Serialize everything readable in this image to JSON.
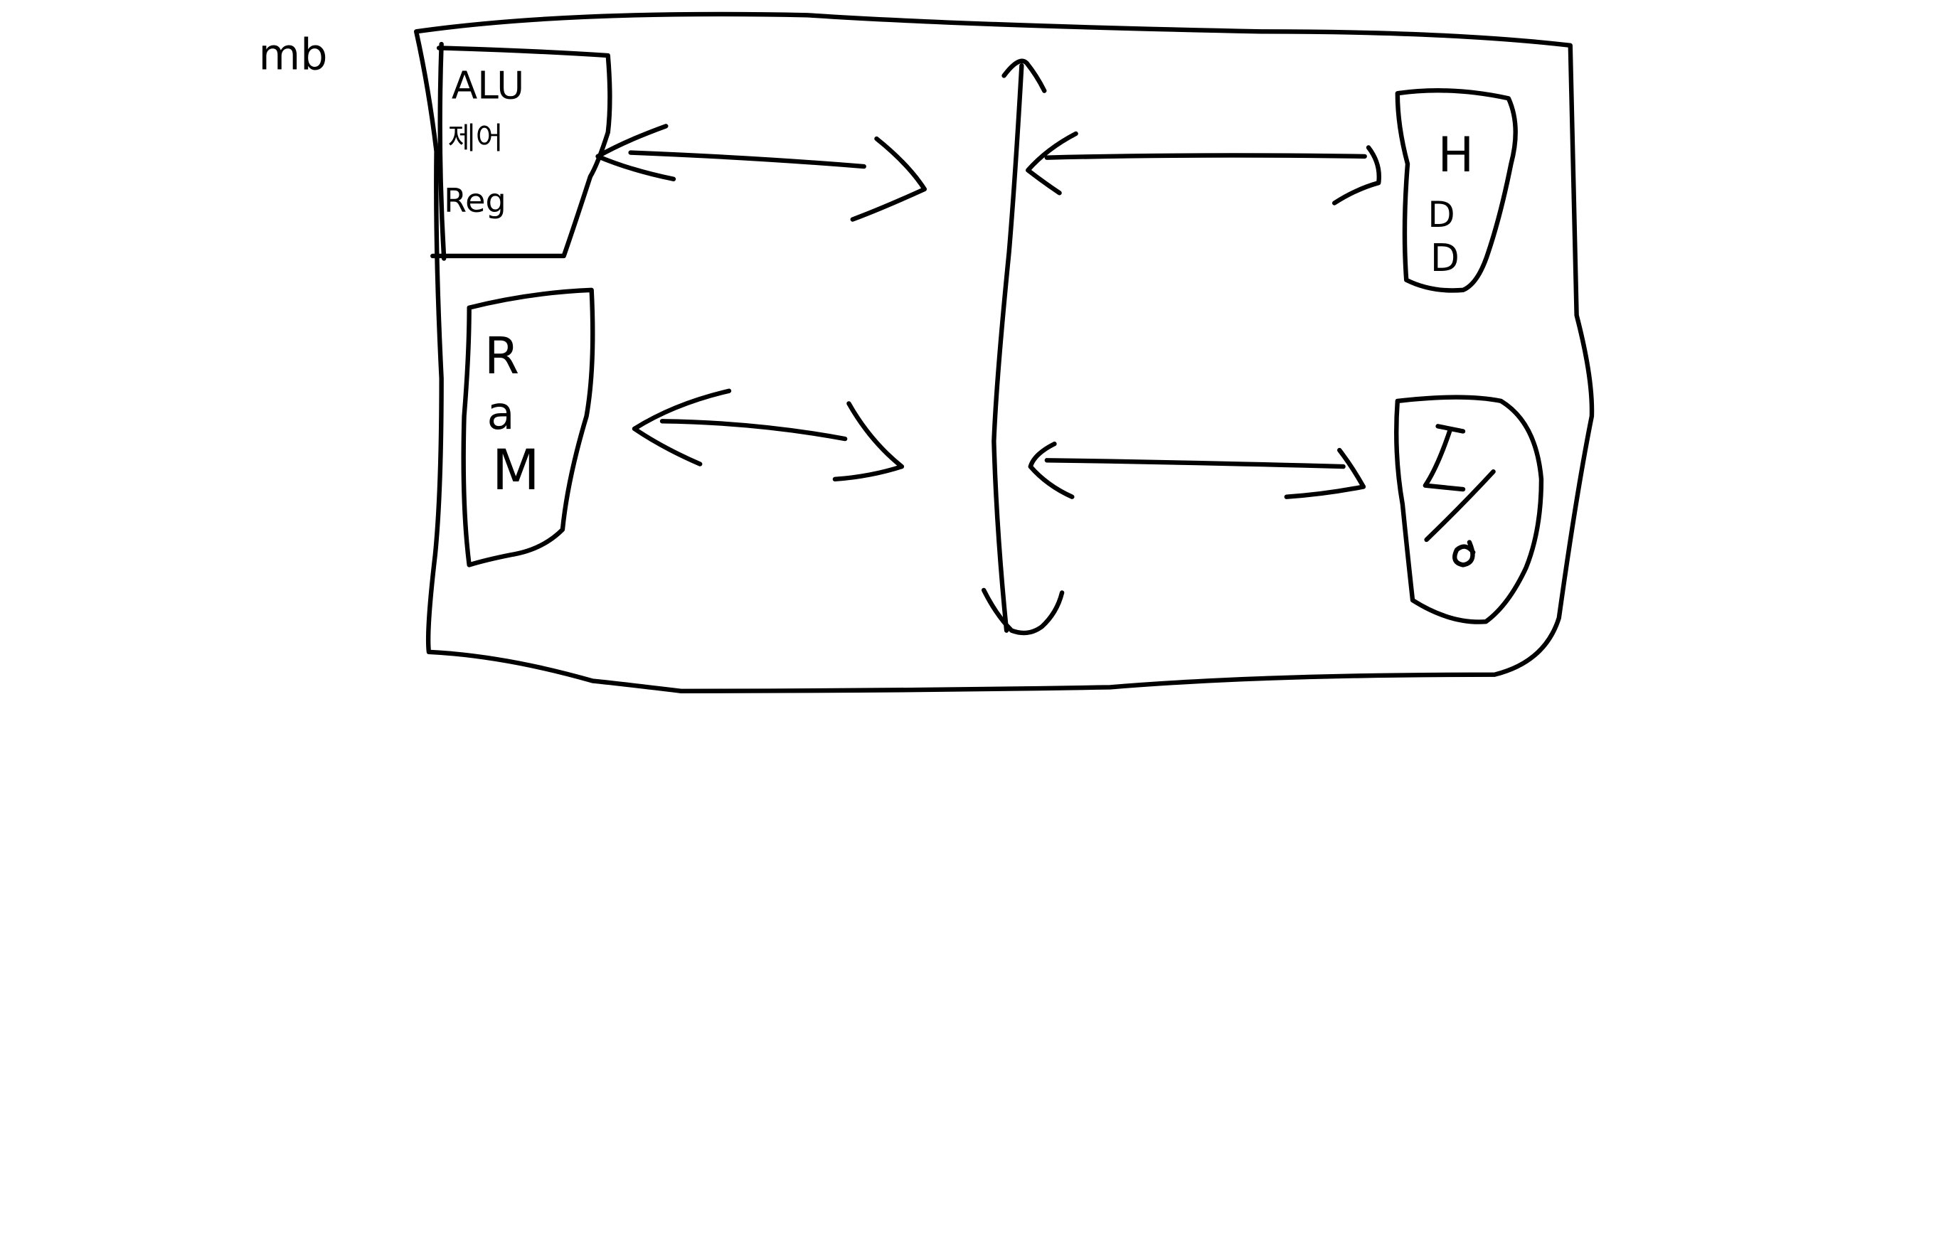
{
  "diagram": {
    "ink_color": "#000000",
    "background_color": "#ffffff",
    "board_label": "mb",
    "cpu_labels": [
      "ALU",
      "제어",
      "Reg"
    ],
    "ram_label": "RAM",
    "hdd_label": "HDD",
    "io_label": "I/O",
    "bus_icon": "double-headed-vertical-bus-arrow",
    "connection_icon": "double-headed-horizontal-arrow"
  }
}
